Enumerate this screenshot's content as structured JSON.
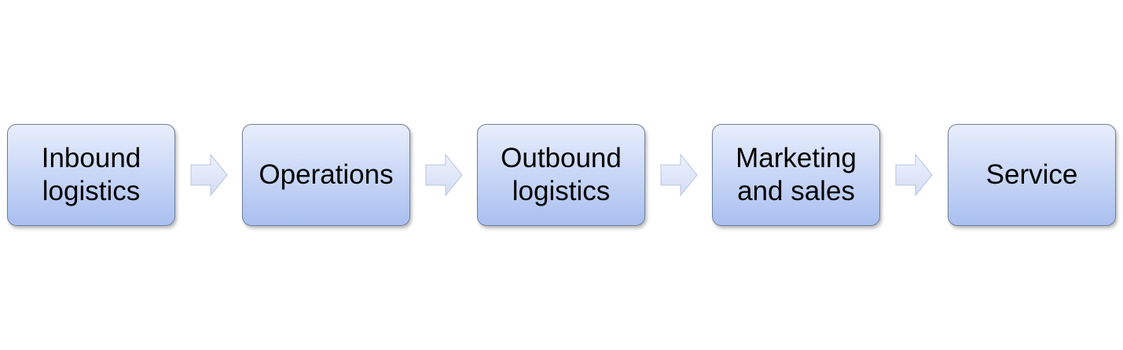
{
  "diagram": {
    "steps": [
      {
        "label": "Inbound\nlogistics"
      },
      {
        "label": "Operations"
      },
      {
        "label": "Outbound\nlogistics"
      },
      {
        "label": "Marketing\nand sales"
      },
      {
        "label": "Service"
      }
    ],
    "connector_icon": "right-arrow-icon",
    "colors": {
      "box_top": "#e8eefc",
      "box_bottom": "#a9bff0",
      "box_border": "#6f7f99",
      "arrow_fill": "#dde6fa",
      "arrow_stroke": "#b7c4de"
    }
  }
}
